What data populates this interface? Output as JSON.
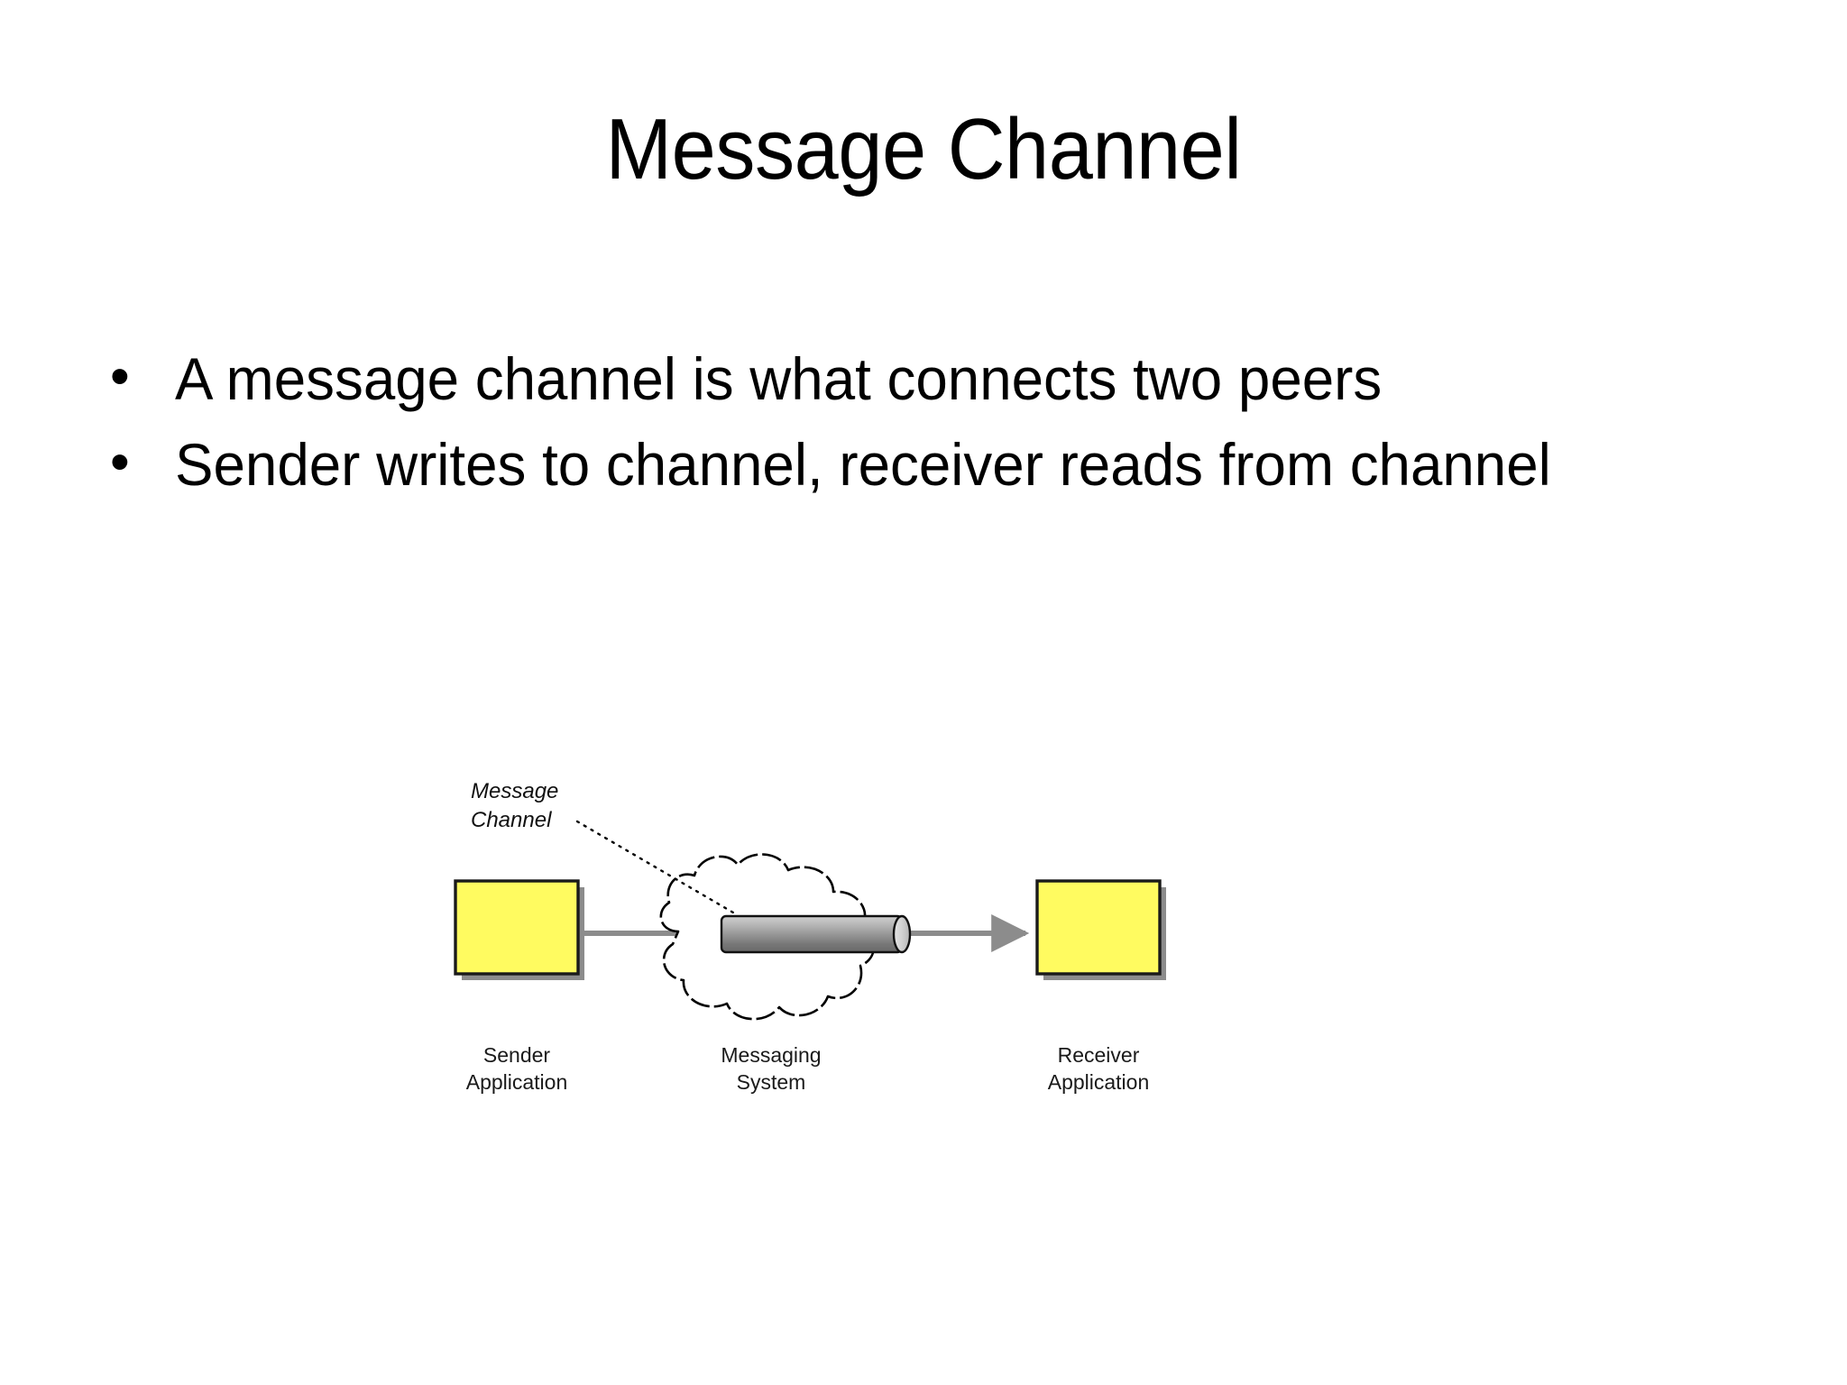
{
  "slide": {
    "title": "Message Channel",
    "bullet_marker": "•",
    "bullets": [
      "A message channel is what connects two peers",
      "Sender writes to channel, receiver reads from channel"
    ]
  },
  "diagram": {
    "callout_line1": "Message",
    "callout_line2": "Channel",
    "nodes": [
      {
        "caption_line1": "Sender",
        "caption_line2": "Application"
      },
      {
        "caption_line1": "Messaging",
        "caption_line2": "System"
      },
      {
        "caption_line1": "Receiver",
        "caption_line2": "Application"
      }
    ],
    "colors": {
      "box_fill": "#FFFB60",
      "box_stroke": "#1a1a1a",
      "box_shadow": "#8c8c8c",
      "arrow": "#8c8c8c",
      "cloud_stroke": "#000000",
      "pipe_light": "#c2c2c2",
      "pipe_dark": "#6e6e6e",
      "pipe_cap": "#cfcfcf",
      "background": "#ffffff"
    }
  }
}
